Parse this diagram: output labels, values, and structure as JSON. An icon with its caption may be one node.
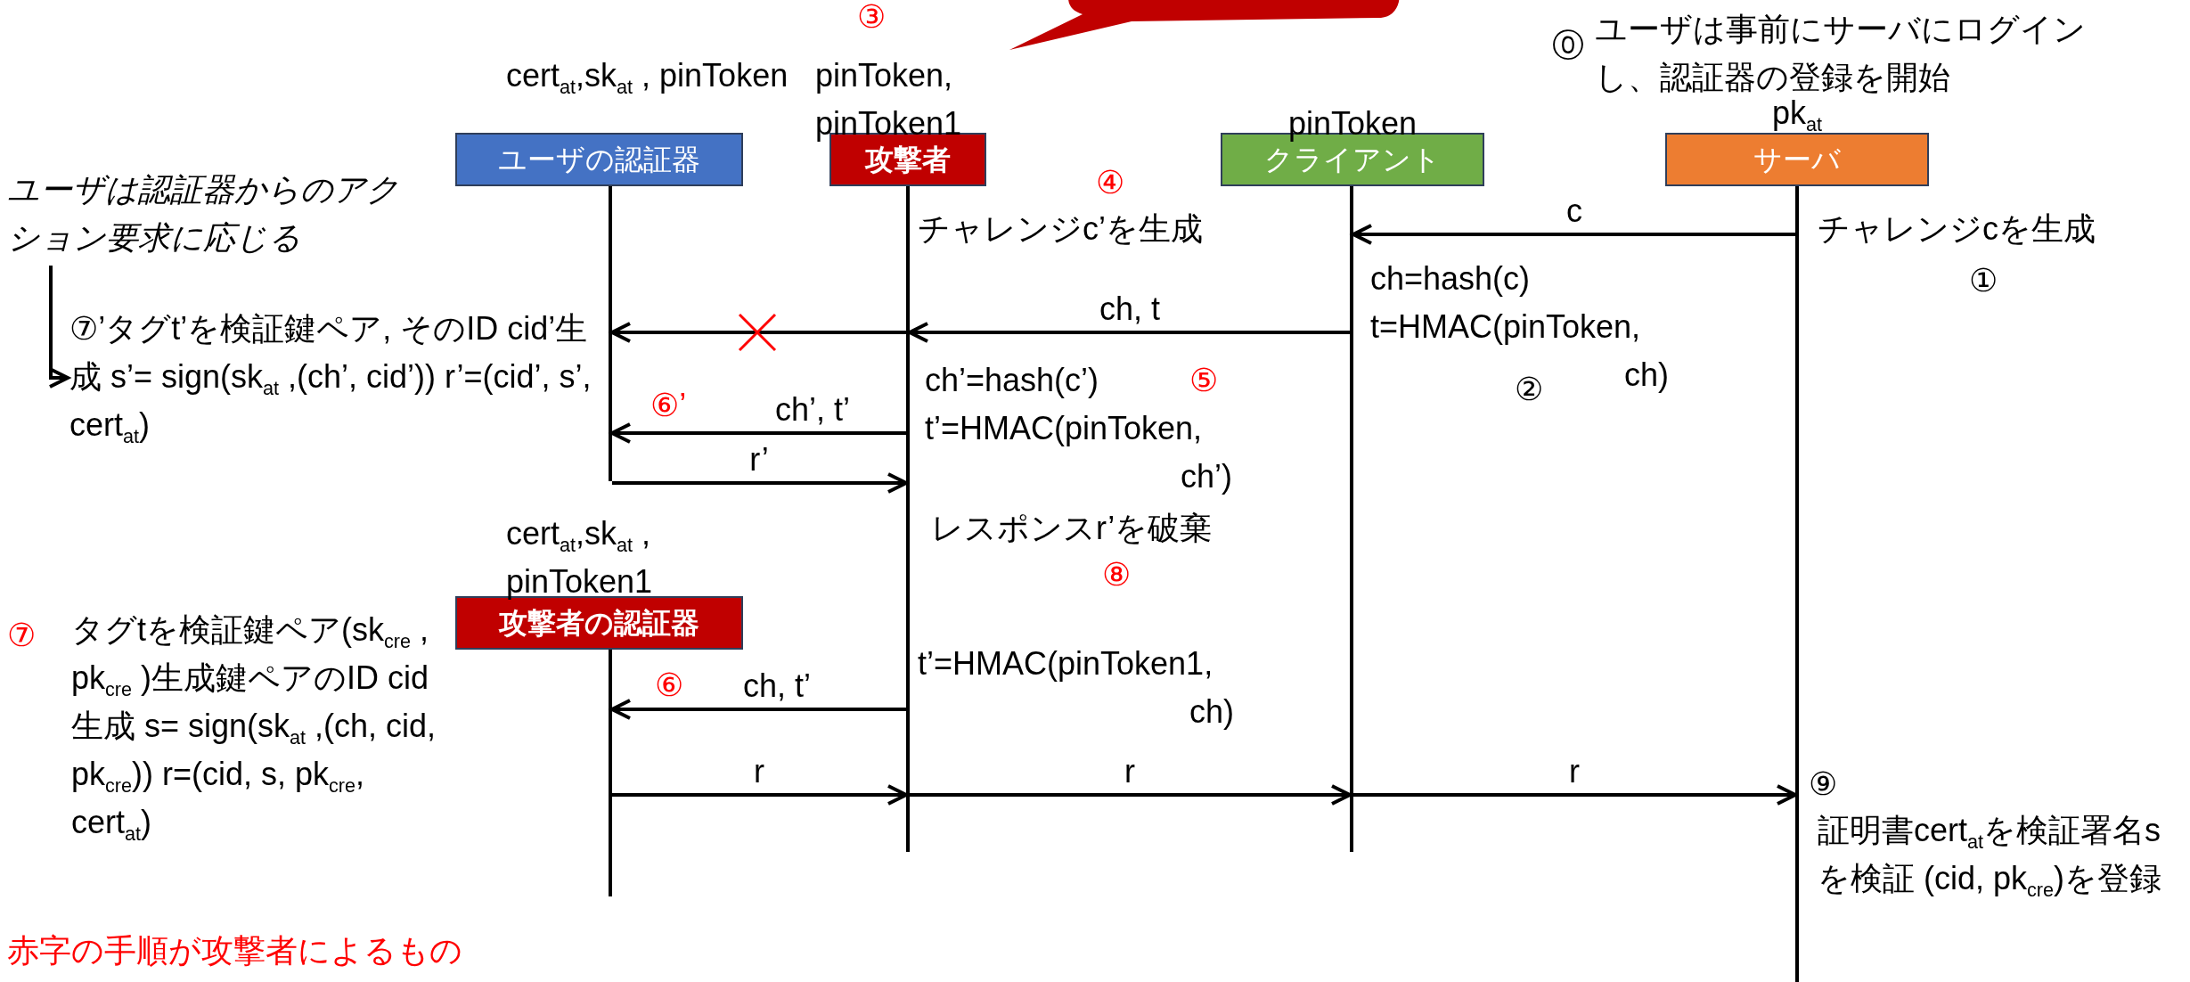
{
  "diagram": {
    "nodes": [
      {
        "text": [
          "ユーザの認証器"
        ],
        "beside": [
          "cert$_{at}$,sk$_{at}$ , pinToken"
        ]
      },
      {
        "text": [
          "攻撃者"
        ],
        "beside": [
          "pinToken, pinToken1"
        ]
      },
      {
        "text": [
          "クライアント"
        ],
        "beside": [
          "pinToken"
        ]
      },
      {
        "text": [
          "サーバ"
        ],
        "beside": [
          "pk$_{at}$"
        ]
      },
      {
        "text": [
          "攻撃者の認証器"
        ],
        "beside": [
          "cert$_{at}$,sk$_{at}$ , pinToken1"
        ]
      },
      {
        "text": [
          "ユーザは認証器からのアクション要求に応じる"
        ]
      },
      {
        "text": [
          "⑦’タグt’を検証鍵ペア, そのID cid’生成 s’= sign(sk$_{at}$ ,(ch’, cid’)) r’=(cid’, s’, cert$_{at}$)"
        ]
      },
      {
        "text": [],
        "shape": "callout"
      }
    ],
    "edges": [
      {
        "from": 3,
        "to": 2,
        "arrow": "to",
        "label": "c"
      },
      {
        "from": 2,
        "to": 1,
        "arrow": "to",
        "label": "ch, t"
      },
      {
        "from": 1,
        "to": 0,
        "arrow": "to"
      },
      {
        "from": 1,
        "to": 0,
        "arrow": "to",
        "label": "ch’, t’"
      },
      {
        "from": 0,
        "to": 1,
        "arrow": "to",
        "label": "r’"
      },
      {
        "from": 1,
        "to": 4,
        "arrow": "to",
        "label": "ch, t’"
      },
      {
        "from": 4,
        "to": 1,
        "arrow": "to",
        "label": "r"
      },
      {
        "from": 1,
        "to": 2,
        "arrow": "to",
        "label": "r"
      },
      {
        "from": 2,
        "to": 3,
        "arrow": "to",
        "label": "r"
      },
      {
        "from": 5,
        "to": 6,
        "arrow": "to"
      }
    ],
    "labels": [
      "③",
      "⓪",
      "ユーザは事前にサーバにログインし、認証器の登録を開始",
      "④",
      "チャレンジc’を生成",
      "チャレンジcを生成",
      "①",
      "ch=hash(c) t=HMAC(pinToken, ch)",
      "⑥’",
      "⑤",
      "ch’=hash(c’) t’=HMAC(pinToken, ch’)",
      "②",
      "レスポンスr’を破棄",
      "⑧",
      "⑦",
      "タグtを検証鍵ペア(sk$_{cre}$ , pk$_{cre}$ )生成鍵ペアのID cid生成 s= sign(sk$_{at}$ ,(ch, cid, pk$_{cre}$)) r=(cid, s, pk$_{cre}$, cert$_{at}$)",
      "⑥",
      "t’=HMAC(pinToken1, ch)",
      "⑨",
      "証明書cert$_{at}$を検証署名sを検証 (cid, pk$_{cre}$)を登録",
      "赤字の手順が攻撃者によるもの"
    ]
  }
}
